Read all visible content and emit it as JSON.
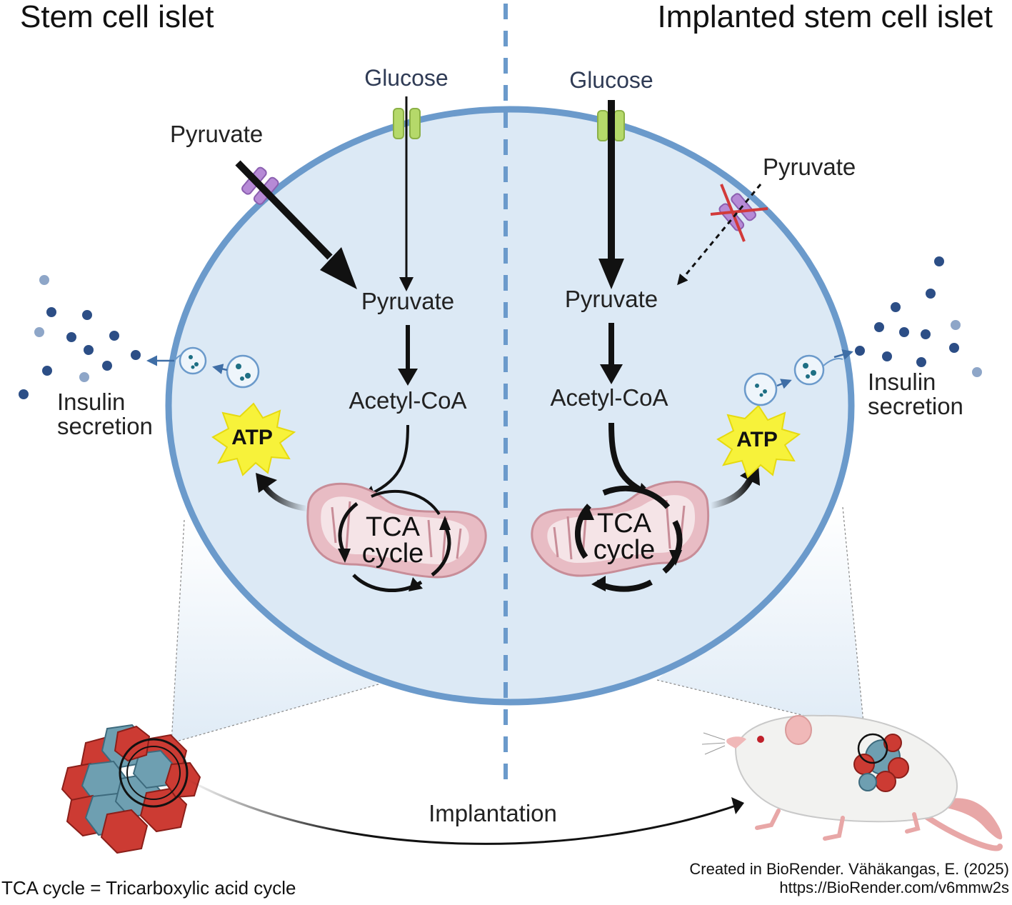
{
  "titles": {
    "left": "Stem cell islet",
    "right": "Implanted stem cell islet"
  },
  "left_panel": {
    "glucose": "Glucose",
    "pyruvate_outside": "Pyruvate",
    "pyruvate_inside": "Pyruvate",
    "acetyl_coa": "Acetyl-CoA",
    "tca_line1": "TCA",
    "tca_line2": "cycle",
    "atp": "ATP",
    "insulin_line1": "Insulin",
    "insulin_line2": "secretion"
  },
  "right_panel": {
    "glucose": "Glucose",
    "pyruvate_outside": "Pyruvate",
    "pyruvate_inside": "Pyruvate",
    "acetyl_coa": "Acetyl-CoA",
    "tca_line1": "TCA",
    "tca_line2": "cycle",
    "atp": "ATP",
    "insulin_line1": "Insulin",
    "insulin_line2": "secretion"
  },
  "implantation": "Implantation",
  "footnote": "TCA cycle = Tricarboxylic acid cycle",
  "credit": {
    "line1": "Created in BioRender. Vähäkangas, E. (2025)",
    "line2": "https://BioRender.com/v6mmw2s"
  },
  "icons": [
    "glucose-transporter-icon",
    "pyruvate-transporter-icon",
    "blocked-transporter-icon",
    "mitochondrion-icon",
    "atp-burst-icon",
    "vesicle-icon",
    "islet-cluster-icon",
    "mouse-icon"
  ],
  "colors": {
    "cell_fill": "#dce9f5",
    "cell_border": "#6b9acb",
    "divider": "#6b9acb",
    "glucose_transporter": "#b5d96a",
    "pyruvate_transporter": "#b68ad6",
    "block_cross": "#d23a3a",
    "mitochondrion": "#e8bcc4",
    "atp_burst": "#f7f23a",
    "insulin_dot": "#2c4e86",
    "islet_red": "#cc3b33",
    "islet_teal": "#6e9fb1"
  }
}
